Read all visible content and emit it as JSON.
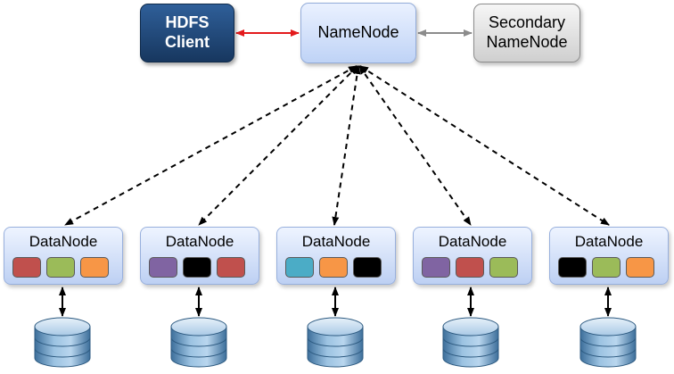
{
  "hdfs_client": {
    "line1": "HDFS",
    "line2": "Client"
  },
  "namenode": {
    "label": "NameNode"
  },
  "secondary_namenode": {
    "line1": "Secondary",
    "line2": "NameNode"
  },
  "datanodes": [
    {
      "label": "DataNode",
      "blocks": [
        "red",
        "green",
        "orange"
      ]
    },
    {
      "label": "DataNode",
      "blocks": [
        "purple",
        "black",
        "red"
      ]
    },
    {
      "label": "DataNode",
      "blocks": [
        "teal",
        "orange",
        "black"
      ]
    },
    {
      "label": "DataNode",
      "blocks": [
        "purple",
        "red",
        "green"
      ]
    },
    {
      "label": "DataNode",
      "blocks": [
        "black",
        "green",
        "orange"
      ]
    }
  ],
  "block_colors": {
    "red": "#c0504d",
    "green": "#9bbb59",
    "orange": "#f79646",
    "purple": "#8064a2",
    "black": "#000000",
    "teal": "#4bacc6"
  },
  "connector_colors": {
    "client_namenode": "#e31a1c",
    "namenode_secondary": "#8c8c8c",
    "heartbeat": "#000000"
  }
}
